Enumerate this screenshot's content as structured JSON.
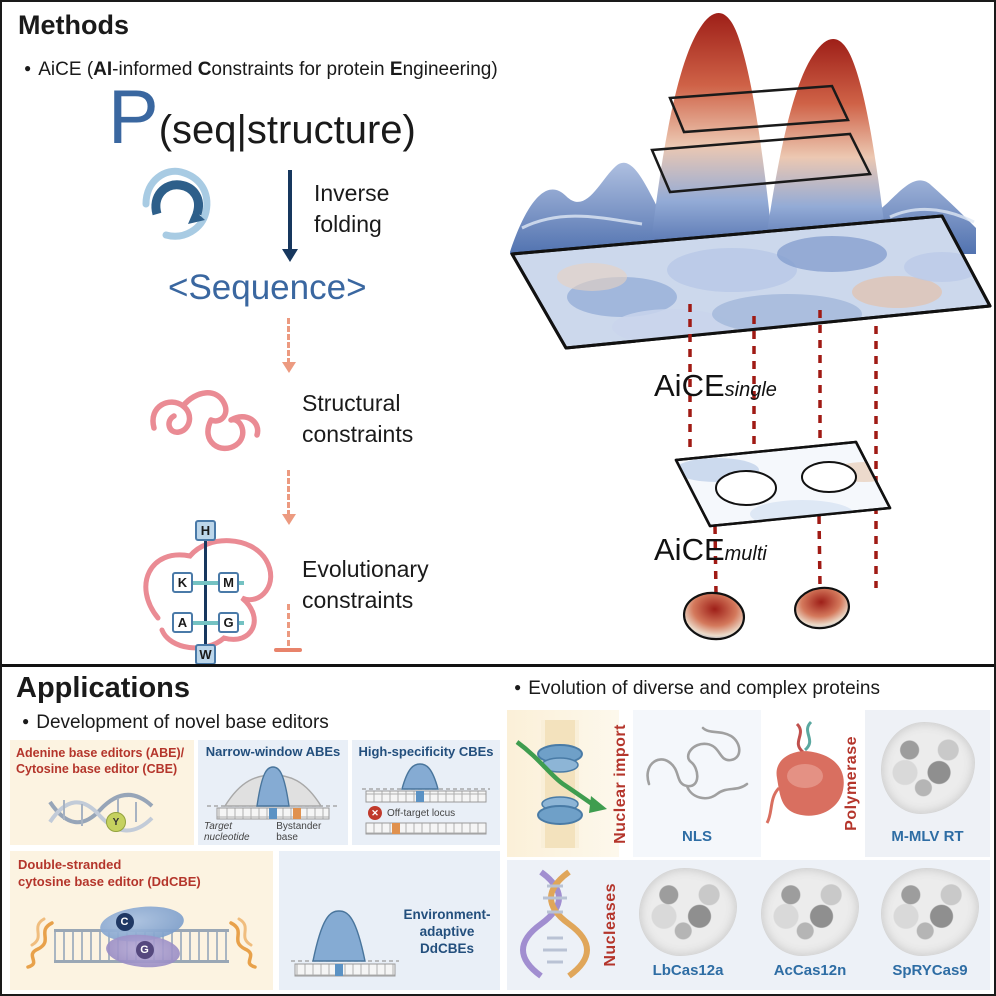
{
  "ui": {
    "bullet": "●"
  },
  "methods": {
    "title": "Methods",
    "bullet": {
      "s0": "AiCE (",
      "s1": "AI",
      "s2": "-informed ",
      "s3": "C",
      "s4": "onstraints for protein ",
      "s5": "E",
      "s6": "ngineering)"
    },
    "formula": {
      "p": "P",
      "rest": "(seq|structure)"
    },
    "inverse_folding": "Inverse folding",
    "sequence": "<Sequence>",
    "structural": "Structural constraints",
    "evolutionary": "Evolutionary constraints",
    "residues": [
      "H",
      "K",
      "M",
      "A",
      "G",
      "W"
    ],
    "aice_single": {
      "base": "AiCE",
      "sub": "single"
    },
    "aice_multi": {
      "base": "AiCE",
      "sub": "multi"
    }
  },
  "applications": {
    "title": "Applications",
    "left_bullet": "Development of novel base editors",
    "right_bullet": "Evolution of diverse and complex proteins",
    "abe_cbe": {
      "line1": "Adenine base editors (ABE)/",
      "line2": "Cytosine base editor (CBE)",
      "tag": "Y"
    },
    "narrow": {
      "title": "Narrow-window ABEs",
      "label_left": "Target nucleotide",
      "label_right": "Bystander base"
    },
    "high_spec": {
      "title": "High-specificity CBEs",
      "x_mark": "✕",
      "label": "Off-target locus"
    },
    "ddcbe": {
      "line1": "Double-stranded",
      "line2": "cytosine base editor (DdCBE)",
      "c": "C",
      "g": "G"
    },
    "env": {
      "line1": "Environment-adaptive",
      "line2": "DdCBEs"
    },
    "nuclear": {
      "vertical": "Nuclear import",
      "nls": "NLS"
    },
    "polymerase": {
      "vertical": "Polymerase",
      "label": "M-MLV RT"
    },
    "nucleases": {
      "vertical": "Nucleases",
      "cas": [
        "LbCas12a",
        "AcCas12n",
        "SpRYCas9"
      ]
    }
  },
  "colors": {
    "accent_red": "#b4352b",
    "accent_blue": "#2e6da4",
    "navy": "#17375e",
    "salmon_dash": "#ec9a80",
    "landscape_dash_red": "#a01a14"
  }
}
